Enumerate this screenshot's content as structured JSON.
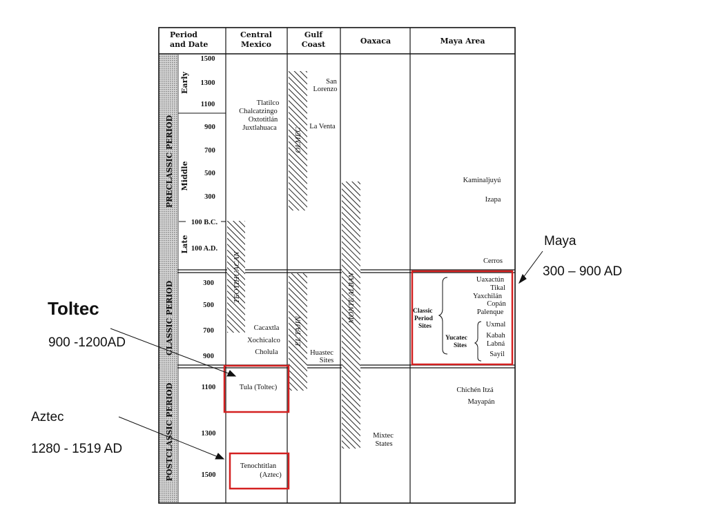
{
  "headers": {
    "period_date": [
      "Period",
      "and Date"
    ],
    "central_mexico": [
      "Central",
      "Mexico"
    ],
    "gulf_coast": [
      "Gulf",
      "Coast"
    ],
    "oaxaca": "Oaxaca",
    "maya_area": "Maya Area"
  },
  "periods": {
    "preclassic": "PRECLASSIC PERIOD",
    "classic": "CLASSIC PERIOD",
    "postclassic": "POSTCLASSIC PERIOD"
  },
  "subperiods": {
    "early": "Early",
    "middle": "Middle",
    "late": "Late"
  },
  "dates": {
    "d1500a": "1500",
    "d1300a": "1300",
    "d1100a": "1100",
    "d900a": "900",
    "d700a": "700",
    "d500a": "500",
    "d300a": "300",
    "d100bc": "100 B.C.",
    "d100ad": "100 A.D.",
    "d300b": "300",
    "d500b": "500",
    "d700b": "700",
    "d900b": "900",
    "d1100b": "1100",
    "d1300b": "1300",
    "d1500b": "1500"
  },
  "central_mexico": {
    "tlatilco": "Tlatilco",
    "chalcatzingo": "Chalcatzingo",
    "oxtotitlan": "Oxtotitlán",
    "juxtlahuaca": "Juxtlahuaca",
    "cacaxtla": "Cacaxtla",
    "xochicalco": "Xochicalco",
    "cholula": "Cholula",
    "tula": "Tula (Toltec)",
    "tenochtitlan": "Tenochtitlan",
    "aztec": "(Aztec)"
  },
  "gulf_coast": {
    "san": "San",
    "lorenzo": "Lorenzo",
    "la_venta": "La Venta",
    "huastec": "Huastec",
    "sites": "Sites"
  },
  "oaxaca": {
    "mixtec": "Mixtec",
    "states": "States"
  },
  "maya_area": {
    "kaminaljuyu": "Kaminaljuyú",
    "izapa": "Izapa",
    "cerros": "Cerros",
    "classic_label": [
      "Classic",
      "Period",
      "Sites"
    ],
    "classic_sites": [
      "Uaxactún",
      "Tikal",
      "Yaxchilán",
      "Copán",
      "Palenque"
    ],
    "yucatec_label": [
      "Yucatec",
      "Sites"
    ],
    "yucatec_sites": [
      "Uxmal",
      "Kabah",
      "Labná",
      "Sayil"
    ],
    "chichen": "Chichén Itzá",
    "mayapan": "Mayapán"
  },
  "bands": {
    "olmec": "OLMEC",
    "teotihuacan": "TEOTIHUACAN",
    "el_tajin": "EL TAJIN",
    "monte_alban": "MONTE ALBAN"
  },
  "annotations": {
    "maya": "Maya",
    "maya_dates": "300 – 900 AD",
    "toltec": "Toltec",
    "toltec_dates": "900 -1200AD",
    "aztec": "Aztec",
    "aztec_dates": "1280 - 1519 AD"
  },
  "colors": {
    "highlight": "#d42020",
    "ink": "#111111",
    "period_band": "#bdbdbd"
  }
}
